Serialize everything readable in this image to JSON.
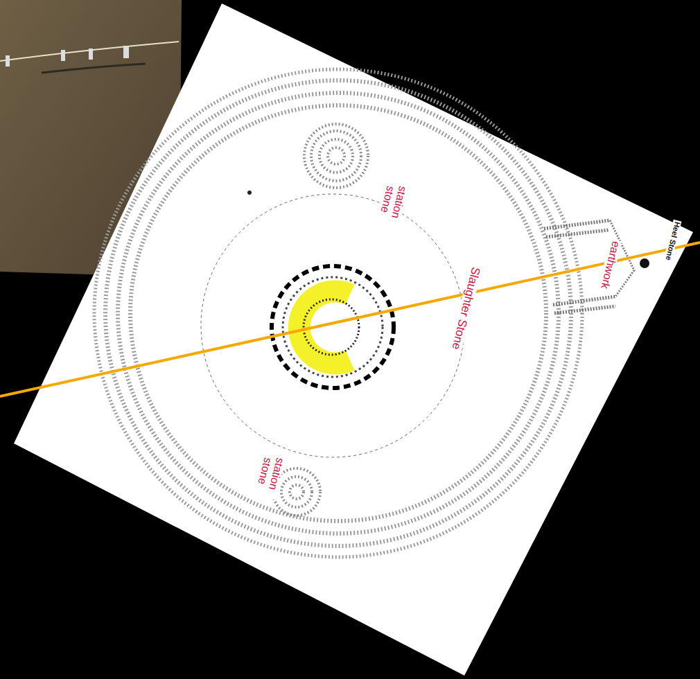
{
  "diagram": {
    "labels": [
      "station stone",
      "Slaughter Stone",
      "earthwork",
      "Heel Stone",
      "station stone"
    ]
  }
}
